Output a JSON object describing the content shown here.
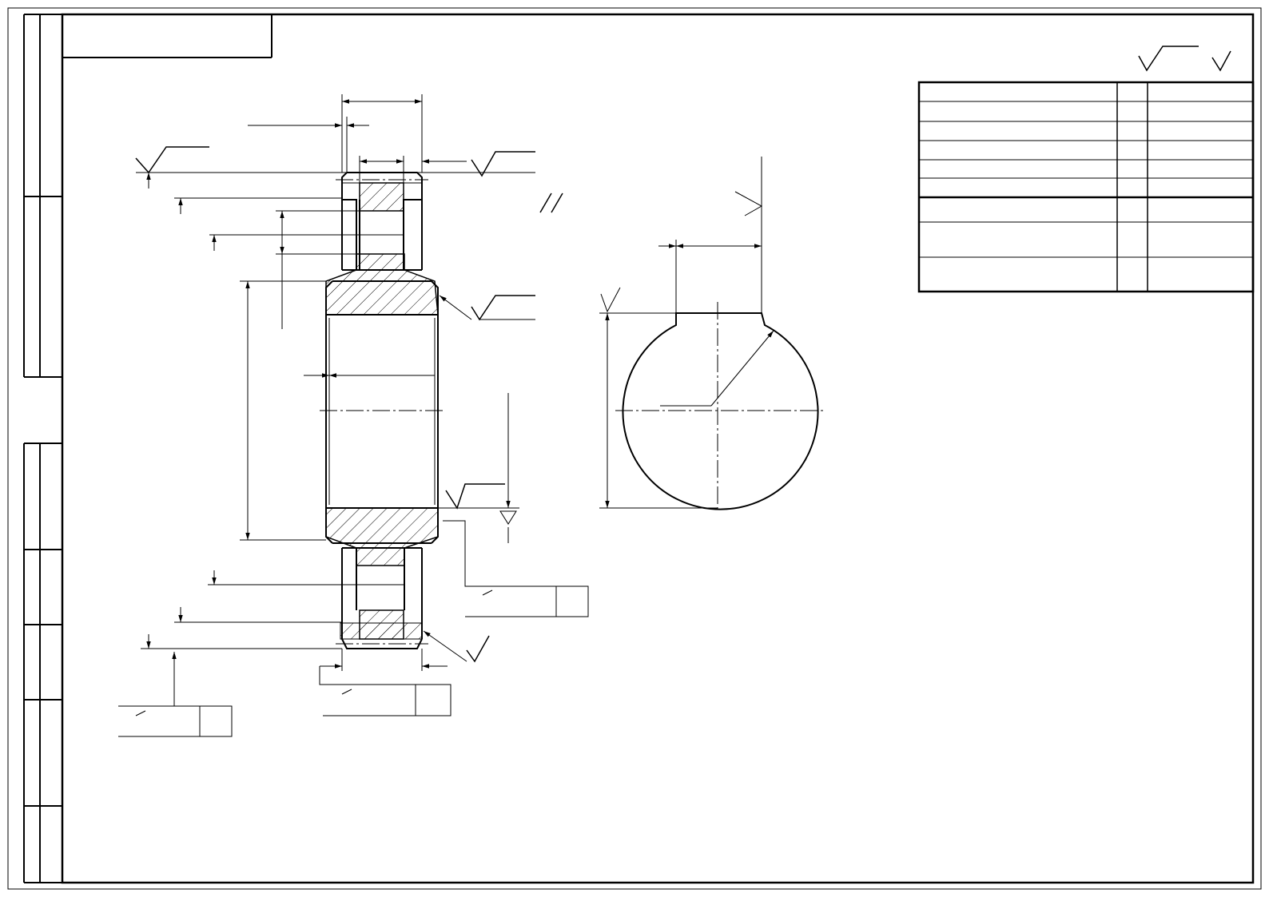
{
  "drawing": {
    "colors": {
      "line": "#000000",
      "background": "#ffffff"
    },
    "hatch_pattern": "diagonal-45",
    "views": [
      "gear-section-view",
      "shaft-keyway-section-view"
    ],
    "tables": [
      "gear-parameters-table",
      "title-stamp-left-strip"
    ]
  }
}
